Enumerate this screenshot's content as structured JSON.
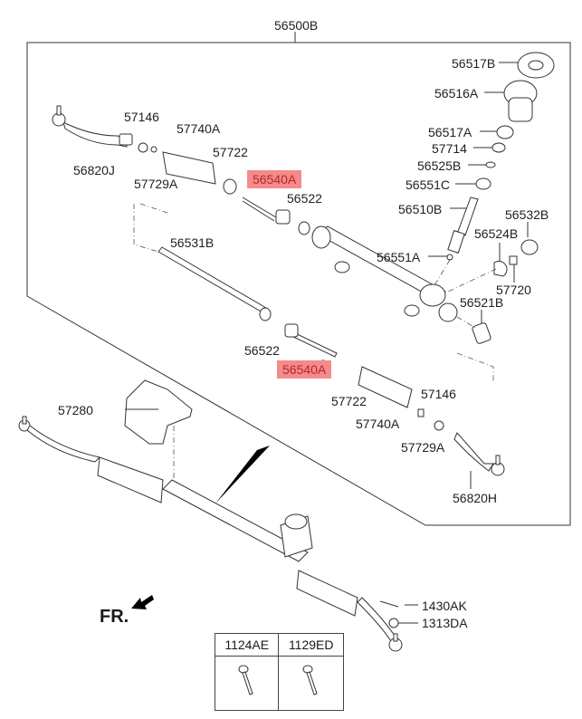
{
  "diagram": {
    "title": "56500B",
    "highlight_color": "#f58a8a",
    "parts": [
      {
        "id": "p-56517B",
        "label": "56517B"
      },
      {
        "id": "p-56516A",
        "label": "56516A"
      },
      {
        "id": "p-56517A",
        "label": "56517A"
      },
      {
        "id": "p-57714",
        "label": "57714"
      },
      {
        "id": "p-56525B",
        "label": "56525B"
      },
      {
        "id": "p-56551C",
        "label": "56551C"
      },
      {
        "id": "p-56510B",
        "label": "56510B"
      },
      {
        "id": "p-56532B",
        "label": "56532B"
      },
      {
        "id": "p-56524B",
        "label": "56524B"
      },
      {
        "id": "p-56551A",
        "label": "56551A"
      },
      {
        "id": "p-57720",
        "label": "57720"
      },
      {
        "id": "p-56521B",
        "label": "56521B"
      },
      {
        "id": "p-57146-top",
        "label": "57146"
      },
      {
        "id": "p-57740A-top",
        "label": "57740A"
      },
      {
        "id": "p-57722-top",
        "label": "57722"
      },
      {
        "id": "p-56820J",
        "label": "56820J"
      },
      {
        "id": "p-57729A-top",
        "label": "57729A"
      },
      {
        "id": "p-56540A-top",
        "label": "56540A",
        "highlighted": true
      },
      {
        "id": "p-56522-top",
        "label": "56522"
      },
      {
        "id": "p-56531B",
        "label": "56531B"
      },
      {
        "id": "p-56522-bot",
        "label": "56522"
      },
      {
        "id": "p-56540A-bot",
        "label": "56540A",
        "highlighted": true
      },
      {
        "id": "p-57722-bot",
        "label": "57722"
      },
      {
        "id": "p-57740A-bot",
        "label": "57740A"
      },
      {
        "id": "p-57146-bot",
        "label": "57146"
      },
      {
        "id": "p-57729A-bot",
        "label": "57729A"
      },
      {
        "id": "p-56820H",
        "label": "56820H"
      },
      {
        "id": "p-57280",
        "label": "57280"
      },
      {
        "id": "p-1430AK",
        "label": "1430AK"
      },
      {
        "id": "p-1313DA",
        "label": "1313DA"
      }
    ],
    "direction_label": "FR.",
    "bolt_table": {
      "headers": [
        "1124AE",
        "1129ED"
      ]
    }
  }
}
